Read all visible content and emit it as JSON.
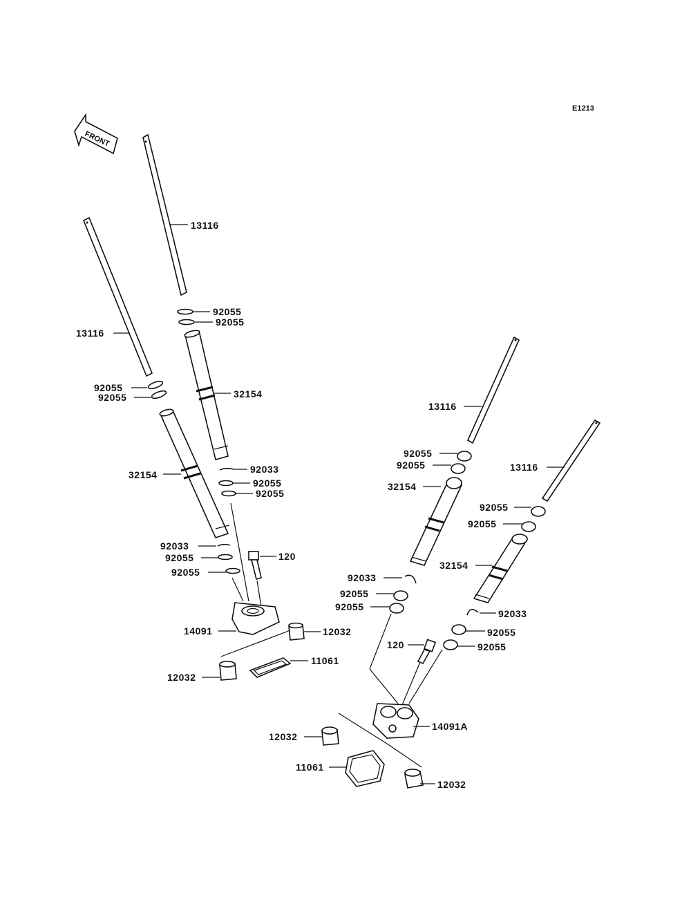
{
  "diagram_code": "E1213",
  "front_label": "FRONT",
  "labels": {
    "l13116_a": "13116",
    "l13116_b": "13116",
    "l13116_c": "13116",
    "l13116_d": "13116",
    "l92055_1": "92055",
    "l92055_2": "92055",
    "l92055_3": "92055",
    "l92055_4": "92055",
    "l92055_5": "92055",
    "l92055_6": "92055",
    "l92055_7": "92055",
    "l92055_8": "92055",
    "l92055_9": "92055",
    "l92055_10": "92055",
    "l92055_11": "92055",
    "l92055_12": "92055",
    "l92055_13": "92055",
    "l92055_14": "92055",
    "l92055_15": "92055",
    "l92055_16": "92055",
    "l32154_a": "32154",
    "l32154_b": "32154",
    "l32154_c": "32154",
    "l32154_d": "32154",
    "l92033_a": "92033",
    "l92033_b": "92033",
    "l92033_c": "92033",
    "l92033_d": "92033",
    "l120_a": "120",
    "l120_b": "120",
    "l14091": "14091",
    "l14091A": "14091A",
    "l12032_a": "12032",
    "l12032_b": "12032",
    "l12032_c": "12032",
    "l12032_d": "12032",
    "l11061_a": "11061",
    "l11061_b": "11061"
  }
}
